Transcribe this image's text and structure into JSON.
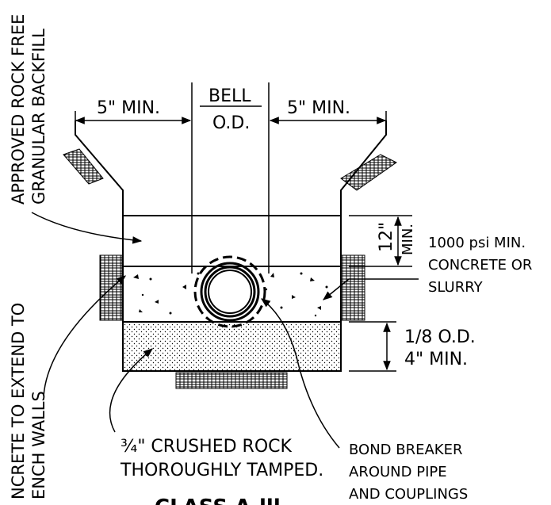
{
  "labels": {
    "left_clearance": "5\" MIN.",
    "right_clearance": "5\" MIN.",
    "bell_top": "BELL",
    "bell_bottom": "O.D.",
    "backfill_line1": "APPROVED ROCK FREE",
    "backfill_line2": "GRANULAR BACKFILL",
    "cover_value": "12\"",
    "cover_min": "MIN.",
    "concrete_line1": "1000 psi MIN.",
    "concrete_line2": "CONCRETE OR",
    "concrete_line3": "SLURRY",
    "bedding_line1": "1/8  O.D.",
    "bedding_line2": "4\"  MIN.",
    "extend_line1": "NCRETE TO EXTEND TO",
    "extend_line2": "ENCH WALLS",
    "rock_line1": "¾\" CRUSHED ROCK",
    "rock_line2": "THOROUGHLY TAMPED.",
    "breaker_line1": "BOND BREAKER",
    "breaker_line2": "AROUND PIPE",
    "breaker_line3": "AND COUPLINGS",
    "title_partial": "CLASS A-lll"
  }
}
